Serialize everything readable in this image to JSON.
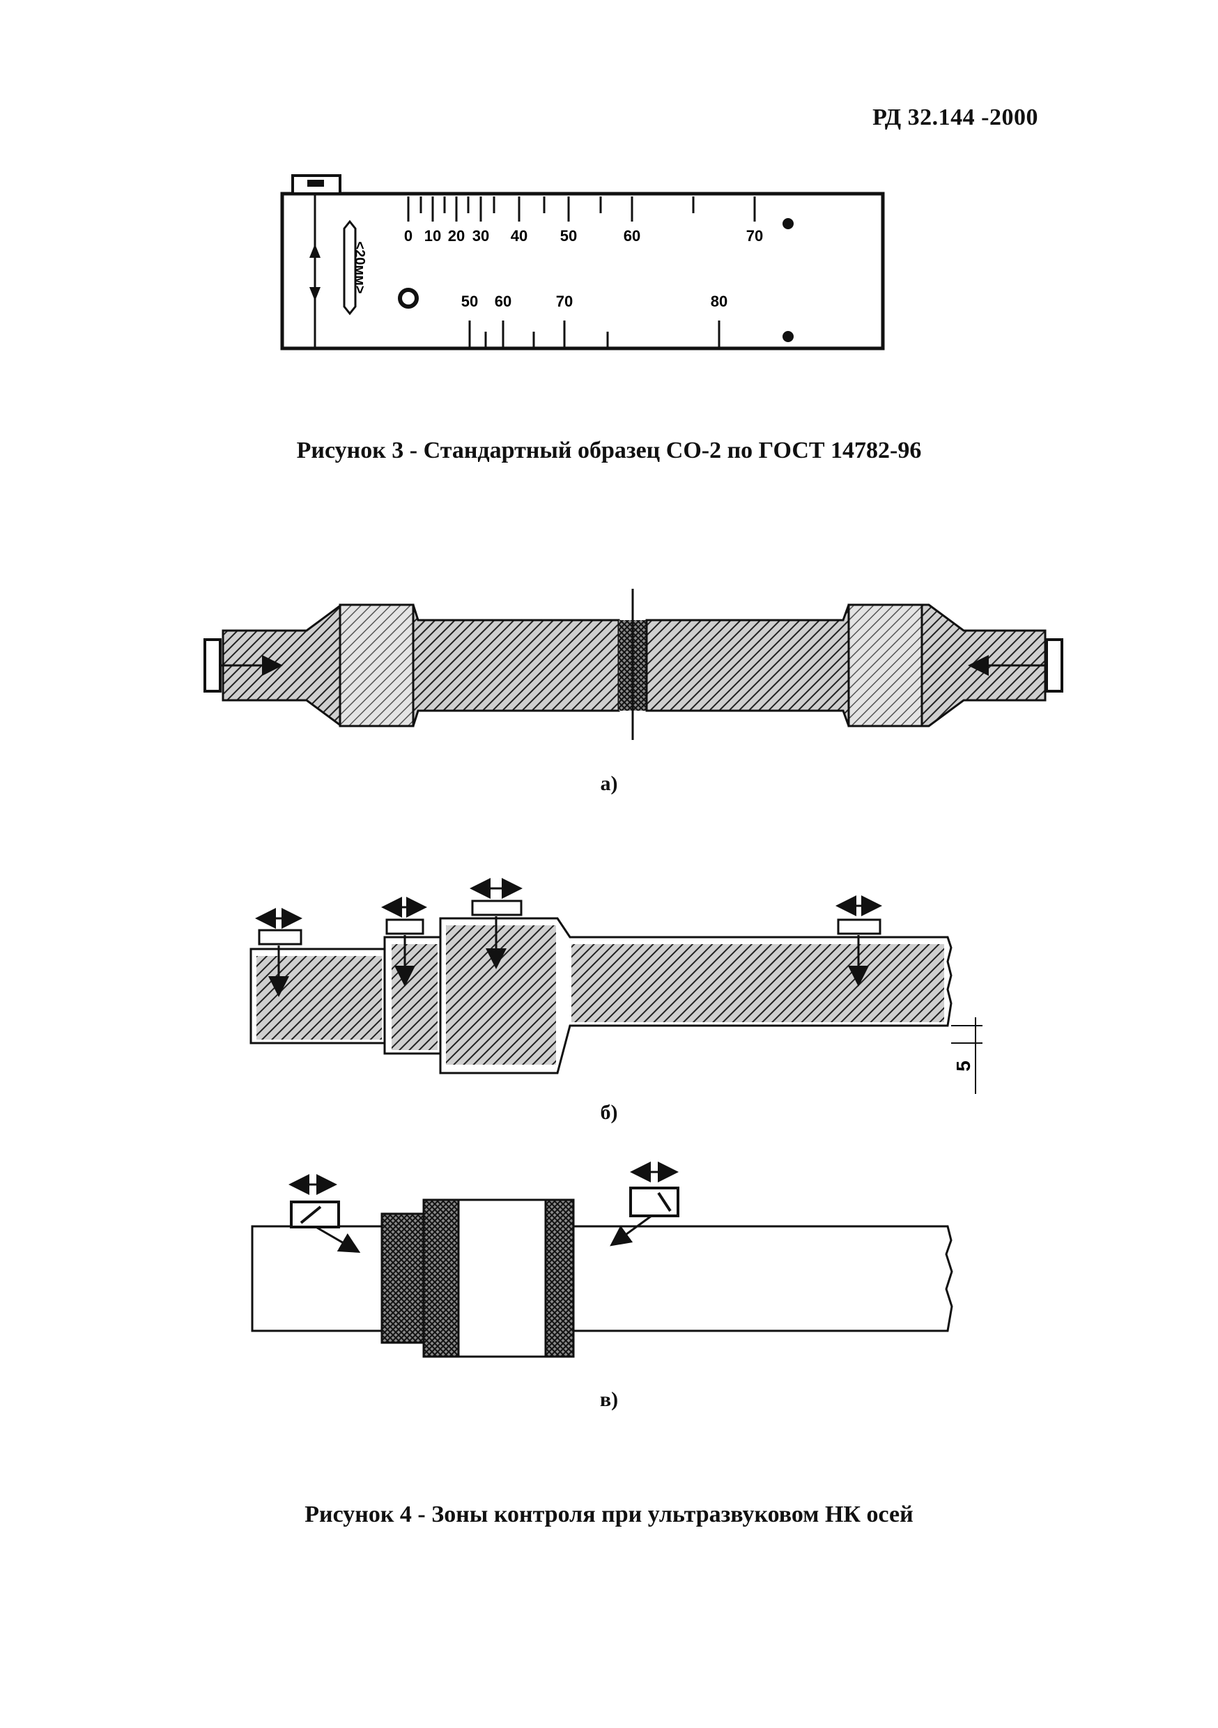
{
  "document": {
    "code": "РД 32.144 -2000"
  },
  "figure3": {
    "caption": "Рисунок 3 - Стандартный образец СО-2 по ГОСТ 14782-96",
    "scale_top": [
      "0",
      "10",
      "20",
      "30",
      "40",
      "50",
      "60",
      "70"
    ],
    "scale_bottom": [
      "50",
      "60",
      "70",
      "80"
    ],
    "side_label": "<20мм>"
  },
  "figure4": {
    "caption": "Рисунок 4 - Зоны контроля при ультразвуковом НК осей",
    "label_a": "а)",
    "label_b": "б)",
    "label_c": "в)",
    "dim_b": "5"
  },
  "colors": {
    "ink": "#111111",
    "paper": "#ffffff",
    "hatch": "#3a3a3a"
  }
}
